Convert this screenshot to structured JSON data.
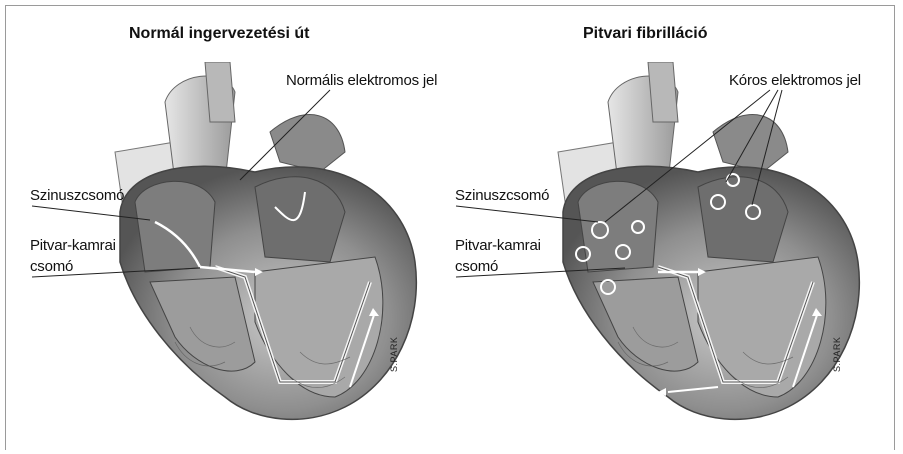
{
  "panels": {
    "left": {
      "title": "Normál ingervezetési út",
      "signal_label": "Normális elektromos jel",
      "sinus_label": "Szinuszcsomó",
      "av_label_line1": "Pitvar-kamrai",
      "av_label_line2": "csomó"
    },
    "right": {
      "title": "Pitvari fibrilláció",
      "signal_label": "Kóros elektromos jel",
      "sinus_label": "Szinuszcsomó",
      "av_label_line1": "Pitvar-kamrai",
      "av_label_line2": "csomó"
    }
  },
  "signature": "S.PARK"
}
